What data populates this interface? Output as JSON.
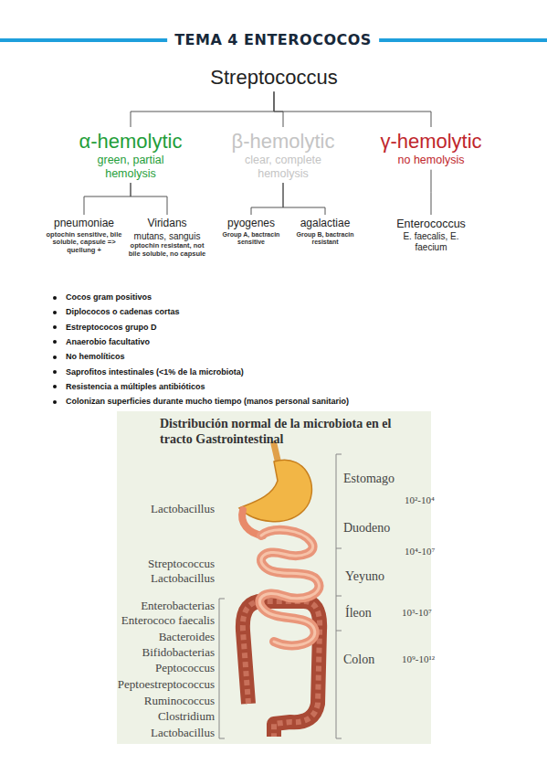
{
  "diagram": {
    "title": "TEMA 4 ENTEROCOCOS",
    "nodes": [
      {
        "text": [
          "Streptococcus"
        ]
      },
      {
        "text": [
          "α-hemolytic",
          "green, partial hemolysis"
        ]
      },
      {
        "text": [
          "β-hemolytic",
          "clear, complete hemolysis"
        ]
      },
      {
        "text": [
          "γ-hemolytic",
          "no hemolysis"
        ]
      },
      {
        "text": [
          "pneumoniae",
          "optochin sensitive, bile soluble, capsule => quellung +"
        ]
      },
      {
        "text": [
          "Viridans",
          "mutans, sanguis",
          "optochin resistant, not bile soluble, no capsule"
        ]
      },
      {
        "text": [
          "pyogenes",
          "Group A, bactracin sensitive"
        ]
      },
      {
        "text": [
          "agalactiae",
          "Group B, bactracin resistant"
        ]
      },
      {
        "text": [
          "Enterococcus",
          "E. faecalis, E. faecium"
        ]
      }
    ],
    "edges": [
      {
        "from": 0,
        "to": 1,
        "arrow": "none"
      },
      {
        "from": 0,
        "to": 2,
        "arrow": "none"
      },
      {
        "from": 0,
        "to": 3,
        "arrow": "none"
      },
      {
        "from": 1,
        "to": 4,
        "arrow": "none"
      },
      {
        "from": 1,
        "to": 5,
        "arrow": "none"
      },
      {
        "from": 2,
        "to": 6,
        "arrow": "none"
      },
      {
        "from": 2,
        "to": 7,
        "arrow": "none"
      },
      {
        "from": 3,
        "to": 8,
        "arrow": "none"
      }
    ],
    "labels": [
      "Cocos gram positivos",
      "Diplococos o cadenas cortas",
      "Estreptococos grupo D",
      "Anaerobio facultativo",
      "No hemolíticos",
      "Saprofitos intestinales (<1% de la microbiota)",
      "Resistencia a múltiples antibióticos",
      "Colonizan superficies durante mucho tiempo (manos personal sanitario)",
      "Distribución normal de la microbiota en el tracto Gastrointestinal",
      "Lactobacillus",
      "Streptococcus",
      "Lactobacillus",
      "Enterobacterias",
      "Enterococo faecalis",
      "Bacteroides",
      "Bifidobacterias",
      "Peptococcus",
      "Peptoestreptococcus",
      "Ruminococcus",
      "Clostridium",
      "Lactobacillus",
      "Estomago",
      "10²-10⁴",
      "Duodeno",
      "10⁴-10⁷",
      "Yeyuno",
      "Íleon",
      "10³-10⁷",
      "Colon",
      "10⁹-10¹²"
    ]
  }
}
